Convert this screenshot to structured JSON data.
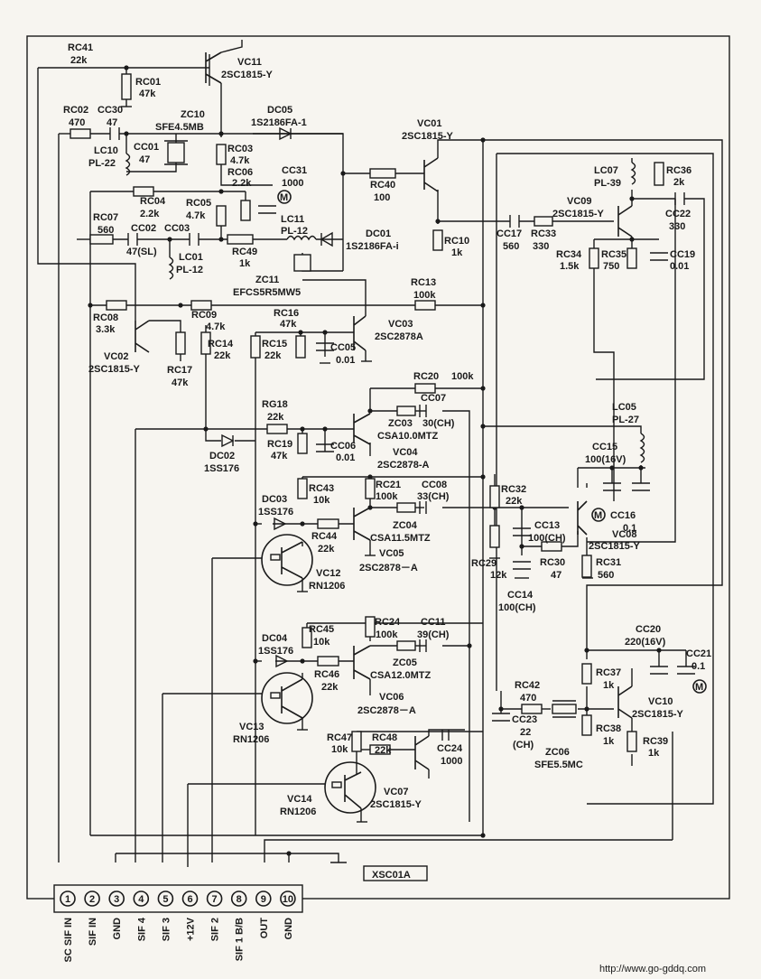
{
  "connector": {
    "id": "XSC01A",
    "pins": [
      {
        "num": "1",
        "name": "SC SIF IN"
      },
      {
        "num": "2",
        "name": "SIF IN"
      },
      {
        "num": "3",
        "name": "GND"
      },
      {
        "num": "4",
        "name": "SIF 4"
      },
      {
        "num": "5",
        "name": "SIF 3"
      },
      {
        "num": "6",
        "name": "+12V"
      },
      {
        "num": "7",
        "name": "SIF 2"
      },
      {
        "num": "8",
        "name": "SIF 1 B/B"
      },
      {
        "num": "9",
        "name": "OUT"
      },
      {
        "num": "10",
        "name": "GND"
      }
    ]
  },
  "transistors": {
    "vc11": [
      "VC11",
      "2SC1815-Y"
    ],
    "vc01": [
      "VC01",
      "2SC1815-Y"
    ],
    "vc09": [
      "VC09",
      "2SC1815-Y"
    ],
    "vc02": [
      "VC02",
      "2SC1815-Y"
    ],
    "vc03": [
      "VC03",
      "2SC2878A"
    ],
    "vc04": [
      "VC04",
      "2SC2878-A"
    ],
    "vc05": [
      "VC05",
      "2SC2878－A"
    ],
    "vc06": [
      "VC06",
      "2SC2878－A"
    ],
    "vc07": [
      "VC07",
      "2SC1815-Y"
    ],
    "vc08": [
      "VC08",
      "2SC1815-Y"
    ],
    "vc10": [
      "VC10",
      "2SC1815-Y"
    ],
    "vc12": [
      "VC12",
      "RN1206"
    ],
    "vc13": [
      "VC13",
      "RN1206"
    ],
    "vc14": [
      "VC14",
      "RN1206"
    ]
  },
  "resistors": {
    "rc41": [
      "RC41",
      "22k"
    ],
    "rc01": [
      "RC01",
      "47k"
    ],
    "rc02": [
      "RC02",
      "470"
    ],
    "rc03": [
      "RC03",
      "4.7k"
    ],
    "rc06": [
      "RC06",
      "2.2k"
    ],
    "rc04": [
      "RC04",
      "2.2k"
    ],
    "rc05": [
      "RC05",
      "4.7k"
    ],
    "rc07": [
      "RC07",
      "560"
    ],
    "rc49": [
      "RC49",
      "1k"
    ],
    "rc40": [
      "RC40",
      "100"
    ],
    "rc10": [
      "RC10",
      "1k"
    ],
    "rc33": [
      "RC33",
      "330"
    ],
    "rc34": [
      "RC34",
      "1.5k"
    ],
    "rc35": [
      "RC35",
      "750"
    ],
    "rc36": [
      "RC36",
      "2k"
    ],
    "rc13": [
      "RC13",
      "100k"
    ],
    "rc08": [
      "RC08",
      "3.3k"
    ],
    "rc09": [
      "RC09",
      "4.7k"
    ],
    "rc16": [
      "RC16",
      "47k"
    ],
    "rc14": [
      "RC14",
      "22k"
    ],
    "rc15": [
      "RC15",
      "22k"
    ],
    "rc17": [
      "RC17",
      "47k"
    ],
    "rc20": [
      "RC20",
      "100k"
    ],
    "rg18": [
      "RG18",
      "22k"
    ],
    "rc19": [
      "RC19",
      "47k"
    ],
    "rc43": [
      "RC43",
      "10k"
    ],
    "rc21": [
      "RC21",
      "100k"
    ],
    "rc44": [
      "RC44",
      "22k"
    ],
    "rc32": [
      "RC32",
      "22k"
    ],
    "rc29": [
      "RC29",
      "12k"
    ],
    "rc30": [
      "RC30",
      "47"
    ],
    "rc31": [
      "RC31",
      "560"
    ],
    "rc45": [
      "RC45",
      "10k"
    ],
    "rc24": [
      "RC24",
      "100k"
    ],
    "rc46": [
      "RC46",
      "22k"
    ],
    "rc47": [
      "RC47",
      "10k"
    ],
    "rc48": [
      "RC48",
      "22k"
    ],
    "rc42": [
      "RC42",
      "470"
    ],
    "rc37": [
      "RC37",
      "1k"
    ],
    "rc38": [
      "RC38",
      "1k"
    ],
    "rc39": [
      "RC39",
      "1k"
    ]
  },
  "capacitors": {
    "cc30": [
      "CC30",
      "47"
    ],
    "cc01": [
      "CC01",
      "47"
    ],
    "cc31": [
      "CC31",
      "1000"
    ],
    "cc02": [
      "CC02",
      "47(SL)"
    ],
    "cc03": [
      "CC03",
      ""
    ],
    "cc17": [
      "CC17",
      "560"
    ],
    "cc22": [
      "CC22",
      "330"
    ],
    "cc19": [
      "CC19",
      "0.01"
    ],
    "cc05": [
      "CC05",
      "0.01"
    ],
    "cc07": [
      "CC07",
      "30(CH)"
    ],
    "cc06": [
      "CC06",
      "0.01"
    ],
    "cc15": [
      "CC15",
      "100(16V)"
    ],
    "cc08": [
      "CC08",
      "33(CH)"
    ],
    "cc16": [
      "CC16",
      "0.1"
    ],
    "cc13": [
      "CC13",
      "100(CH)"
    ],
    "cc14": [
      "CC14",
      "100(CH)"
    ],
    "cc11": [
      "CC11",
      "39(CH)"
    ],
    "cc24": [
      "CC24",
      "1000"
    ],
    "cc20": [
      "CC20",
      "220(16V)"
    ],
    "cc21": [
      "CC21",
      "0.1"
    ],
    "cc23": [
      "CC23",
      "22",
      "(CH)"
    ]
  },
  "inductors": {
    "lc10": [
      "LC10",
      "PL-22"
    ],
    "lc11": [
      "LC11",
      "PL-12"
    ],
    "lc01": [
      "LC01",
      "PL-12"
    ],
    "lc07": [
      "LC07",
      "PL-39"
    ],
    "lc05": [
      "LC05",
      "PL-27"
    ]
  },
  "filters": {
    "zc10": [
      "ZC10",
      "SFE4.5MB"
    ],
    "zc11": [
      "ZC11",
      "EFCS5R5MW5"
    ],
    "zc03": [
      "ZC03",
      "CSA10.0MTZ"
    ],
    "zc04": [
      "ZC04",
      "CSA11.5MTZ"
    ],
    "zc05": [
      "ZC05",
      "CSA12.0MTZ"
    ],
    "zc06": [
      "ZC06",
      "SFE5.5MC"
    ]
  },
  "diodes": {
    "dc05": [
      "DC05",
      "1S2186FA-1"
    ],
    "dc01": [
      "DC01",
      "1S2186FA-i"
    ],
    "dc02": [
      "DC02",
      "1SS176"
    ],
    "dc03": [
      "DC03",
      "1SS176"
    ],
    "dc04": [
      "DC04",
      "1SS176"
    ]
  },
  "meter_mark": "M",
  "watermark": "http://www.go-gddq.com"
}
